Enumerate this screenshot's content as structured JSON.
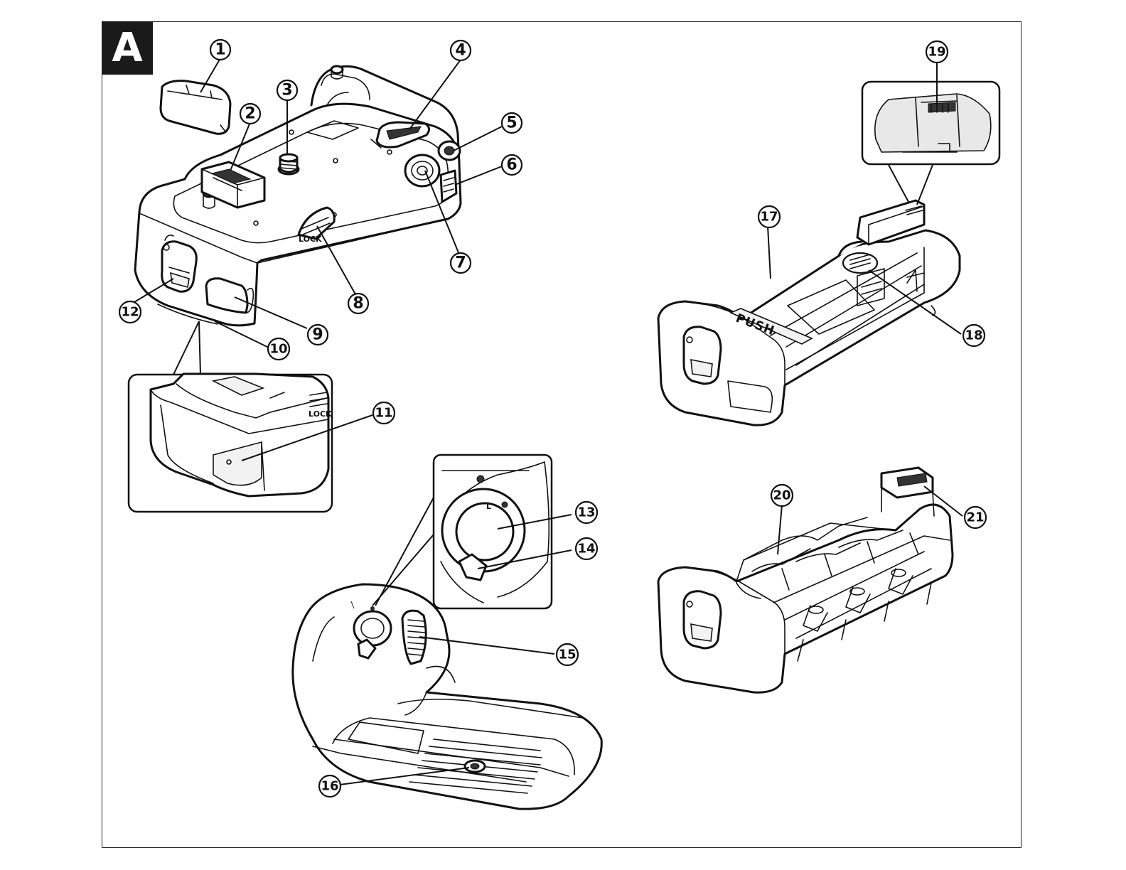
{
  "figure_label": "A",
  "callouts": [
    "1",
    "2",
    "3",
    "4",
    "5",
    "6",
    "7",
    "8",
    "9",
    "10",
    "11",
    "12",
    "13",
    "14",
    "15",
    "16",
    "17",
    "18",
    "19",
    "20",
    "21"
  ],
  "lock_text": "LOCK",
  "push_text": "PUSH",
  "lock_dial_mark": "L"
}
